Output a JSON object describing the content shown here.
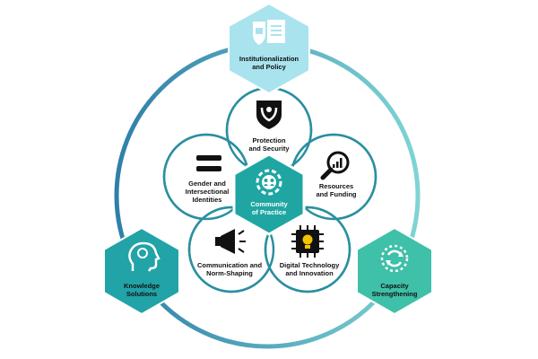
{
  "colors": {
    "ring_left": "#2f7fa8",
    "ring_right": "#7fd4d3",
    "top_hex": "#a9e3ee",
    "left_hex": "#21a3a7",
    "right_hex": "#3fc0a8",
    "center_hex": "#1fa6a2",
    "petal_stroke": "#2b8fa0"
  },
  "outer_nodes": [
    {
      "id": "institutionalization",
      "line1": "Institutionalization",
      "line2": "and Policy",
      "icon": "policy-document-icon"
    },
    {
      "id": "knowledge",
      "line1": "Knowledge",
      "line2": "Solutions",
      "icon": "head-brain-icon"
    },
    {
      "id": "capacity",
      "line1": "Capacity",
      "line2": "Strengthening",
      "icon": "cycle-arrows-icon"
    }
  ],
  "center": {
    "line1": "Community",
    "line2": "of Practice",
    "icon": "gear-people-icon"
  },
  "petals": [
    {
      "id": "protection",
      "line1": "Protection",
      "line2": "and Security",
      "line3": "",
      "icon": "shield-hands-icon"
    },
    {
      "id": "resources",
      "line1": "Resources",
      "line2": "and Funding",
      "line3": "",
      "icon": "magnifier-chart-icon"
    },
    {
      "id": "gender",
      "line1": "Gender and",
      "line2": "Intersectional",
      "line3": "Identities",
      "icon": "equals-icon"
    },
    {
      "id": "communication",
      "line1": "Communication and",
      "line2": "Norm-Shaping",
      "line3": "",
      "icon": "megaphone-icon"
    },
    {
      "id": "digital",
      "line1": "Digital Technology",
      "line2": "and Innovation",
      "line3": "",
      "icon": "chip-bulb-icon"
    }
  ]
}
